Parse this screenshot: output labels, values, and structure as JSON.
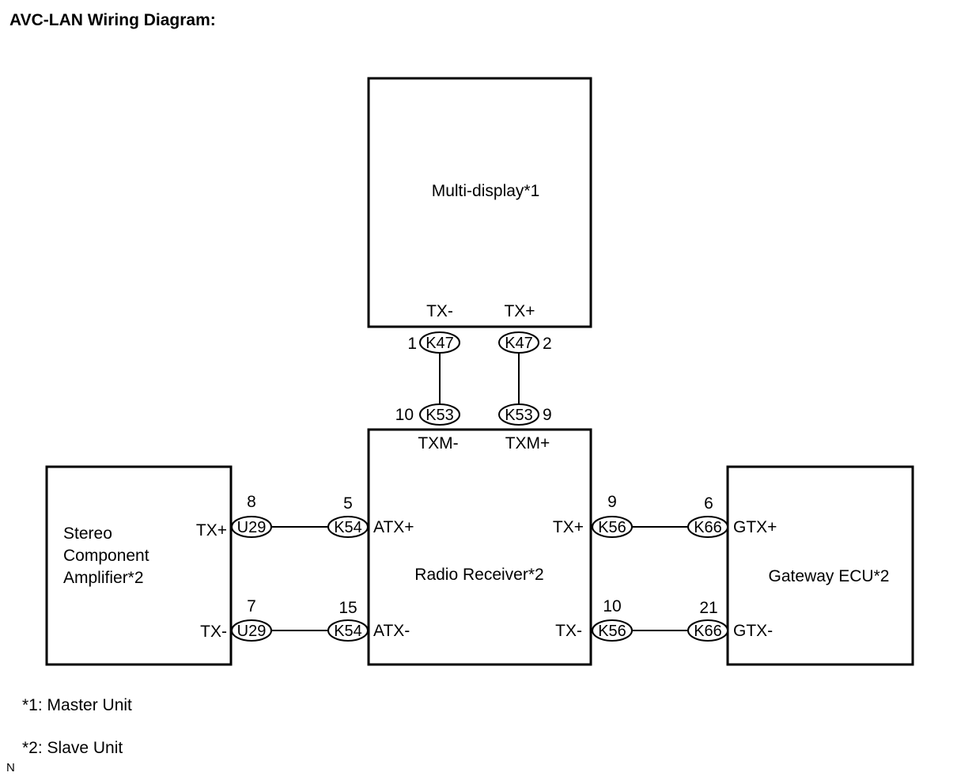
{
  "title": "AVC-LAN Wiring Diagram:",
  "components": {
    "multi_display": "Multi-display*1",
    "radio_receiver": "Radio Receiver*2",
    "gateway_ecu": "Gateway ECU*2",
    "stereo_amp": [
      "Stereo",
      "Component",
      "Amplifier*2"
    ]
  },
  "terminals": {
    "md_tx_minus": "TX-",
    "md_tx_plus": "TX+",
    "rr_txm_minus": "TXM-",
    "rr_txm_plus": "TXM+",
    "rr_atx_plus": "ATX+",
    "rr_atx_minus": "ATX-",
    "rr_tx_plus": "TX+",
    "rr_tx_minus": "TX-",
    "amp_tx_plus": "TX+",
    "amp_tx_minus": "TX-",
    "gw_gtx_plus": "GTX+",
    "gw_gtx_minus": "GTX-"
  },
  "connectors": {
    "k47": "K47",
    "k53": "K53",
    "k54": "K54",
    "k56": "K56",
    "k66": "K66",
    "u29": "U29"
  },
  "pins": {
    "k47_a": "1",
    "k47_b": "2",
    "k53_a": "10",
    "k53_b": "9",
    "u29_a": "8",
    "u29_b": "7",
    "k54_a": "5",
    "k54_b": "15",
    "k56_a": "9",
    "k56_b": "10",
    "k66_a": "6",
    "k66_b": "21"
  },
  "notes": [
    "*1: Master Unit",
    "*2: Slave Unit"
  ],
  "corner_mark": "N"
}
